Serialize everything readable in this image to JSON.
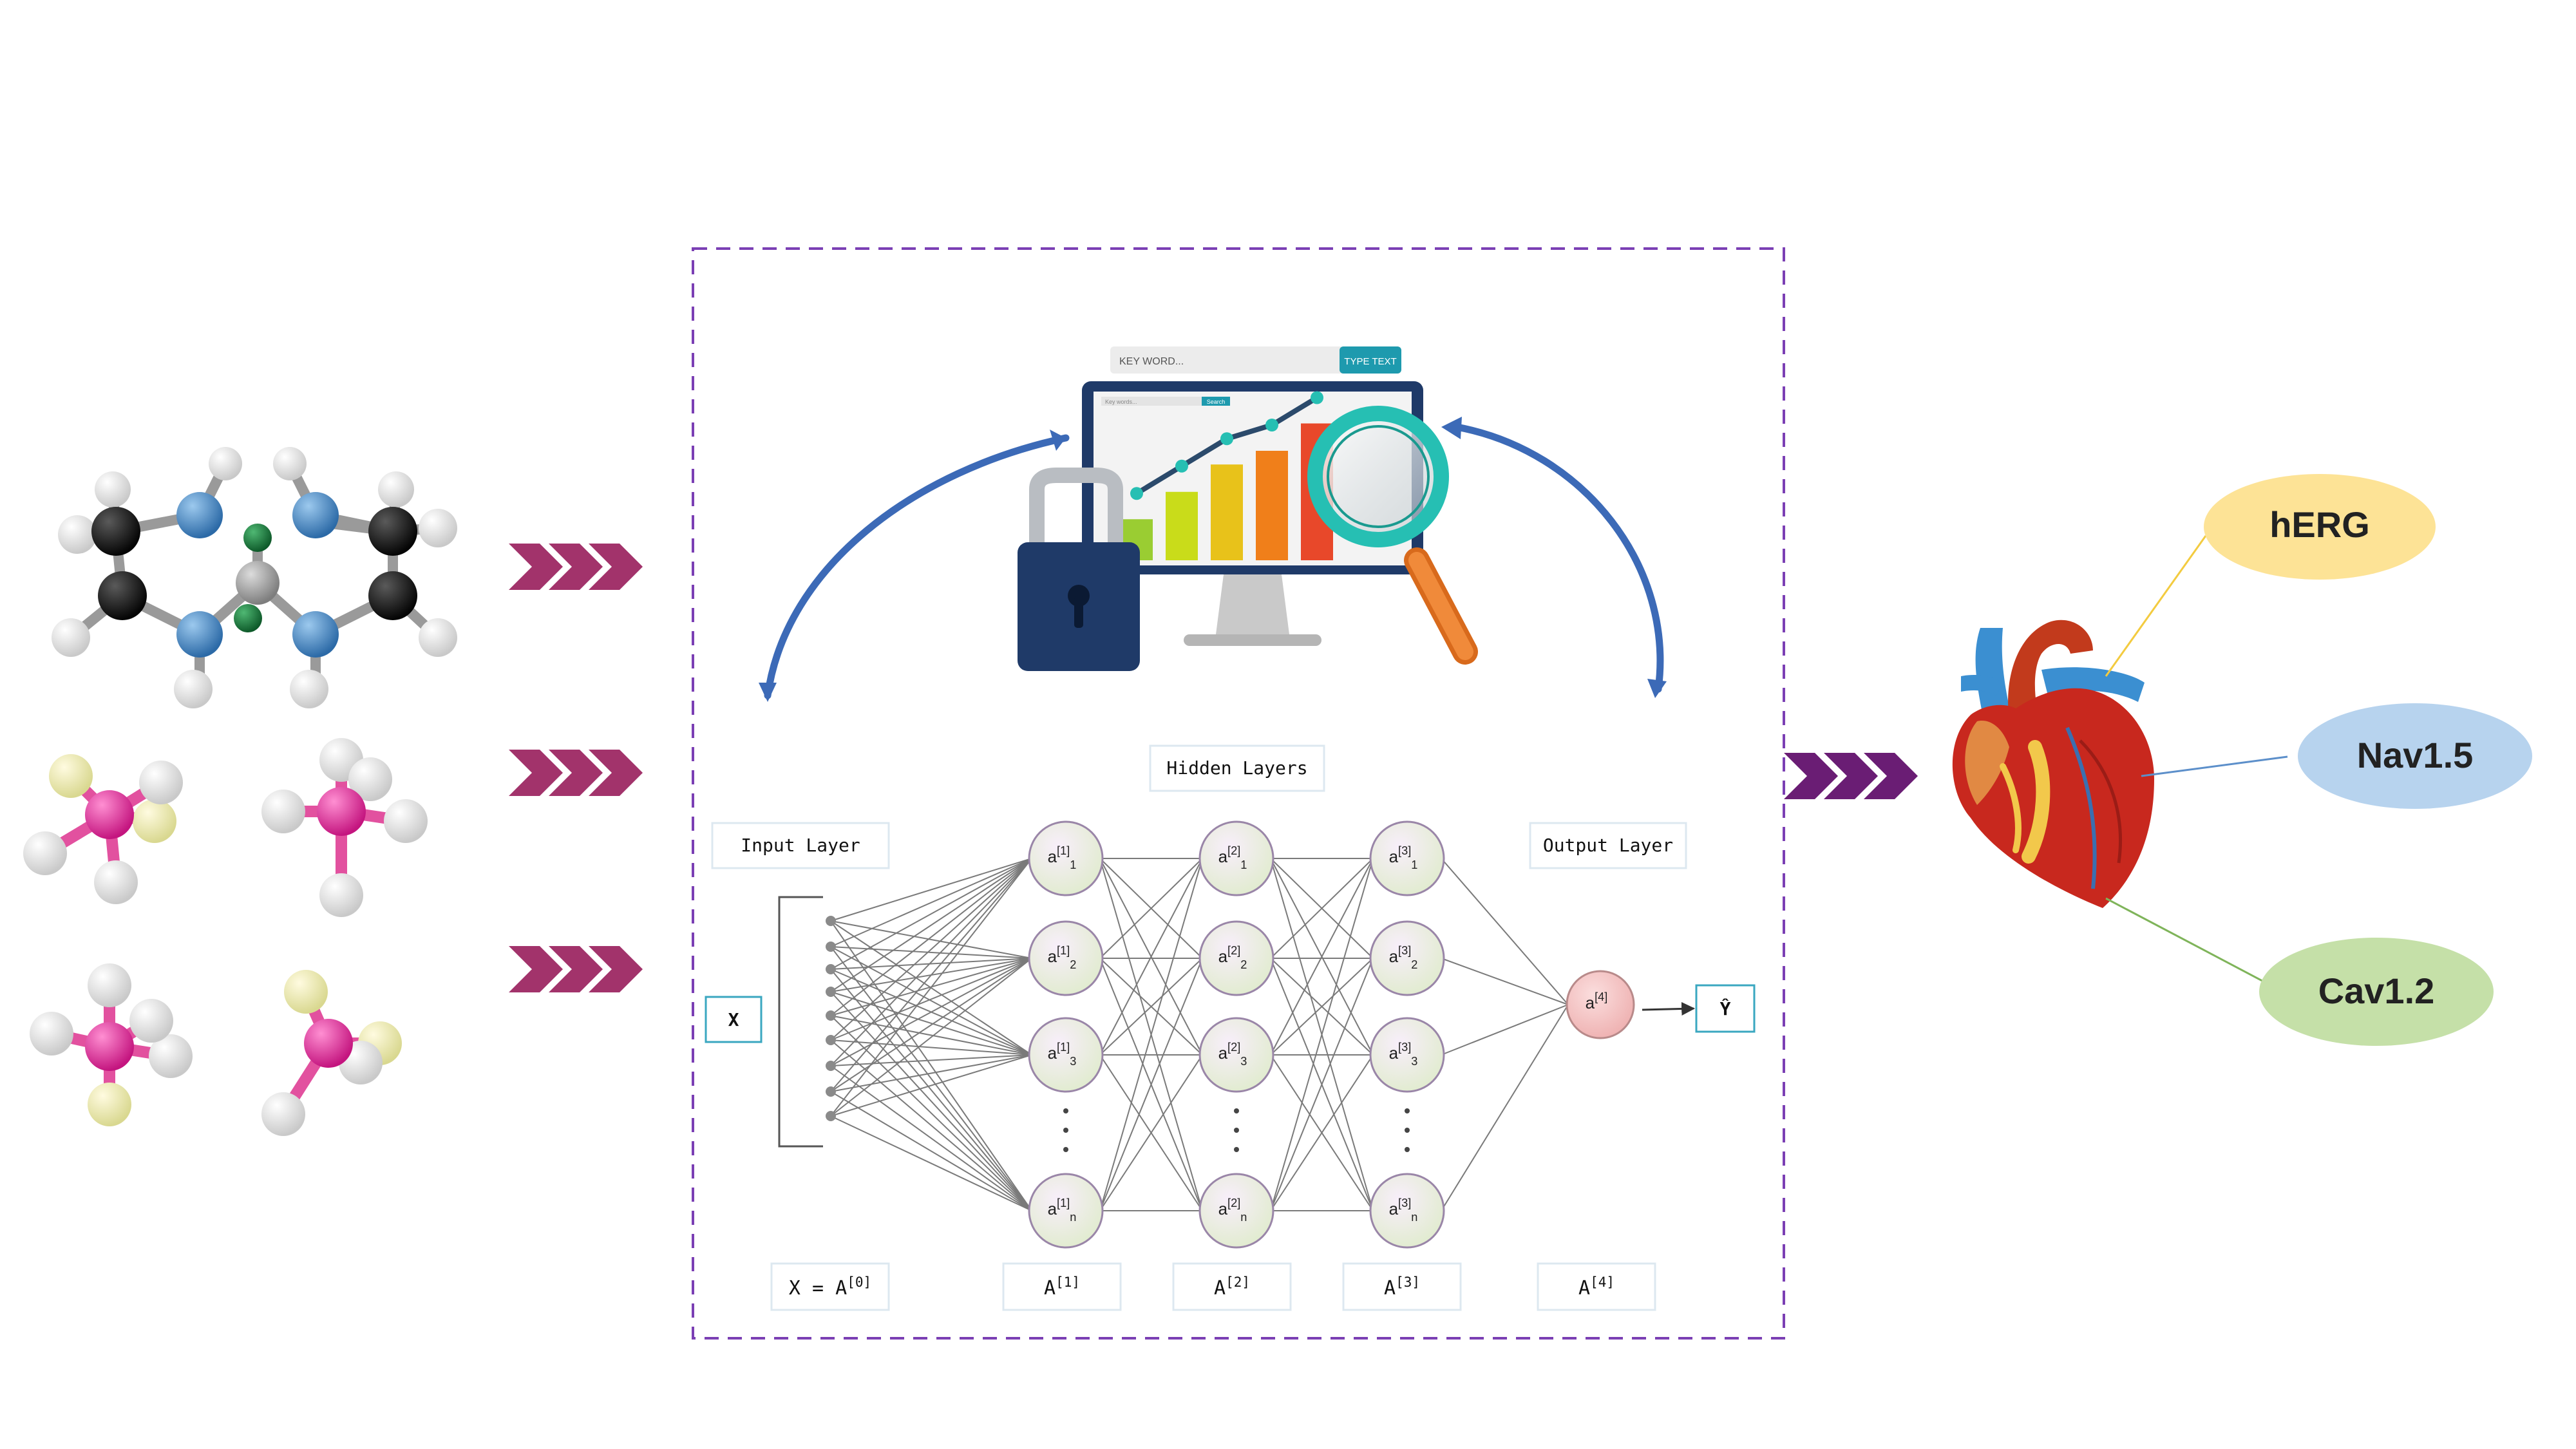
{
  "search_bar": {
    "placeholder": "KEY WORD...",
    "button": "TYPE TEXT"
  },
  "screen_search": {
    "placeholder": "Key words...",
    "button": "Search"
  },
  "labels": {
    "hidden_layers": "Hidden Layers",
    "input_layer": "Input Layer",
    "output_layer": "Output Layer",
    "x": "X",
    "y_hat": "Ŷ"
  },
  "neurons": {
    "layer1": [
      {
        "base": "a",
        "sup": "[1]",
        "sub": "1"
      },
      {
        "base": "a",
        "sup": "[1]",
        "sub": "2"
      },
      {
        "base": "a",
        "sup": "[1]",
        "sub": "3"
      },
      {
        "base": "a",
        "sup": "[1]",
        "sub": "n"
      }
    ],
    "layer2": [
      {
        "base": "a",
        "sup": "[2]",
        "sub": "1"
      },
      {
        "base": "a",
        "sup": "[2]",
        "sub": "2"
      },
      {
        "base": "a",
        "sup": "[2]",
        "sub": "3"
      },
      {
        "base": "a",
        "sup": "[2]",
        "sub": "n"
      }
    ],
    "layer3": [
      {
        "base": "a",
        "sup": "[3]",
        "sub": "1"
      },
      {
        "base": "a",
        "sup": "[3]",
        "sub": "2"
      },
      {
        "base": "a",
        "sup": "[3]",
        "sub": "3"
      },
      {
        "base": "a",
        "sup": "[3]",
        "sub": "n"
      }
    ],
    "output": {
      "base": "a",
      "sup": "[4]"
    }
  },
  "bottom_labels": {
    "a0": {
      "prefix": "X = A",
      "sup": "[0]"
    },
    "a1": {
      "prefix": "A",
      "sup": "[1]"
    },
    "a2": {
      "prefix": "A",
      "sup": "[2]"
    },
    "a3": {
      "prefix": "A",
      "sup": "[3]"
    },
    "a4": {
      "prefix": "A",
      "sup": "[4]"
    }
  },
  "targets": [
    {
      "label": "hERG",
      "color": "#fde396"
    },
    {
      "label": "Nav1.5",
      "color": "#b7d3ee"
    },
    {
      "label": "Cav1.2",
      "color": "#c5e0a8"
    }
  ],
  "colors": {
    "dashed_border": "#7b3fb4",
    "chevron_left": "#a2336b",
    "chevron_right": "#6a1d74",
    "neuron_hidden": "#e8d8f0",
    "neuron_output": "#f4c7c7",
    "curved_arrow": "#3c6ab7"
  },
  "chart_icon_values": [
    3,
    5,
    7,
    8,
    10
  ]
}
